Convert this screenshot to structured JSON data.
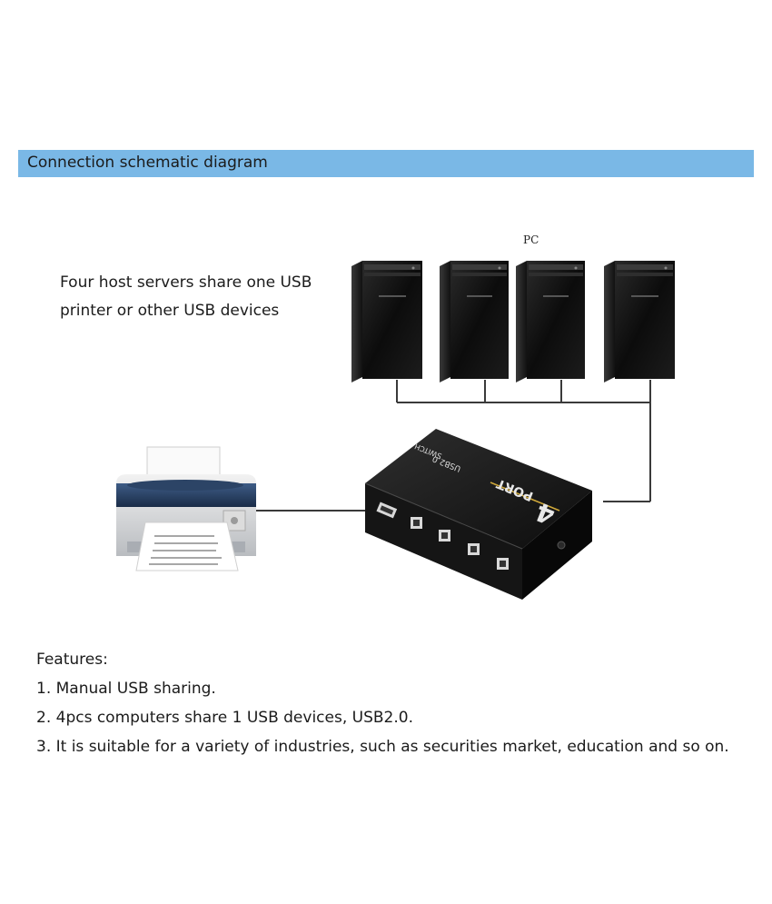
{
  "header": {
    "title": "Connection schematic diagram",
    "color": "#7ab8e6"
  },
  "description": {
    "line1": "Four host servers share one USB",
    "line2": "printer or other USB devices"
  },
  "diagram": {
    "pc_label": "PC",
    "switch_labels": {
      "big": "4",
      "port": "PORT",
      "usb": "USB2.0",
      "switch": "SWITCH"
    },
    "icons": [
      "pc-tower-icon",
      "pc-tower-icon",
      "pc-tower-icon",
      "pc-tower-icon",
      "usb-switch-icon",
      "printer-icon"
    ]
  },
  "features": {
    "heading": "Features:",
    "items": [
      "1. Manual USB sharing.",
      "2. 4pcs computers share 1 USB devices, USB2.0.",
      "3. It is suitable for a variety of industries, such as securities market, education and so on."
    ]
  }
}
